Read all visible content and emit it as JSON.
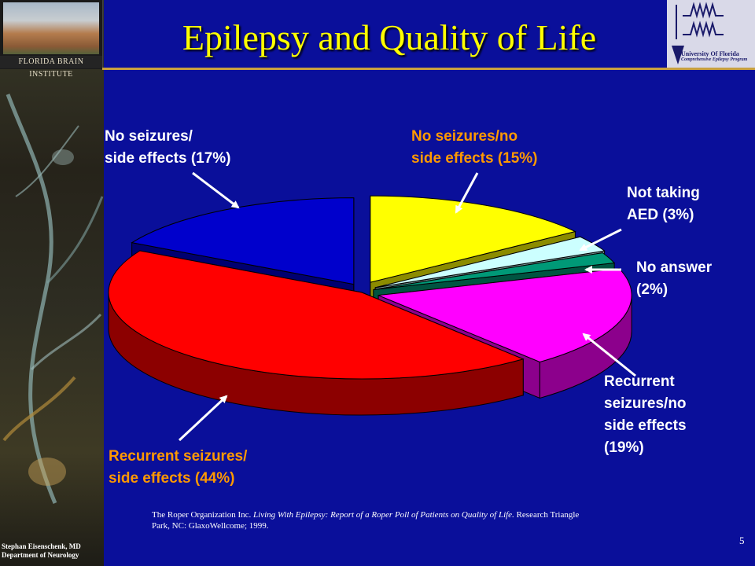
{
  "slide": {
    "title": "Epilepsy and Quality of Life",
    "logo_left_caption": "FLORIDA BRAIN INSTITUTE",
    "logo_right_text": "University Of Florida",
    "logo_right_subtext": "Comprehensive Epilepsy Program",
    "citation_plain": "The Roper Organization Inc. ",
    "citation_italic": "Living With Epilepsy: Report of a Roper Poll of Patients on Quality of Life.",
    "citation_rest": " Research Triangle Park, NC: GlaxoWellcome; 1999.",
    "slide_number": "5",
    "author_line1": "Stephan Eisenschenk, MD",
    "author_line2": "Department of Neurology"
  },
  "chart_data": {
    "type": "pie",
    "style": "3d-exploded",
    "unit": "%",
    "slices": [
      {
        "label": "No seizures/no side effects",
        "value": 15,
        "color": "#ffff00",
        "label_text": "No seizures/no\nside effects (15%)",
        "label_color": "#ff9900"
      },
      {
        "label": "Not taking AED",
        "value": 3,
        "color": "#ccffff",
        "label_text": "Not taking\nAED (3%)",
        "label_color": "#ffffff"
      },
      {
        "label": "No answer",
        "value": 2,
        "color": "#009977",
        "label_text": "No answer\n(2%)",
        "label_color": "#ffffff"
      },
      {
        "label": "Recurrent seizures/no side effects",
        "value": 19,
        "color": "#ff00ff",
        "label_text": "Recurrent\nseizures/no\nside effects\n(19%)",
        "label_color": "#ffffff"
      },
      {
        "label": "Recurrent seizures/side effects",
        "value": 44,
        "color": "#ff0000",
        "label_text": "Recurrent seizures/\nside effects (44%)",
        "label_color": "#ff9900"
      },
      {
        "label": "No seizures/side effects",
        "value": 17,
        "color": "#0000cc",
        "label_text": "No seizures/\nside effects (17%)",
        "label_color": "#ffffff"
      }
    ]
  }
}
